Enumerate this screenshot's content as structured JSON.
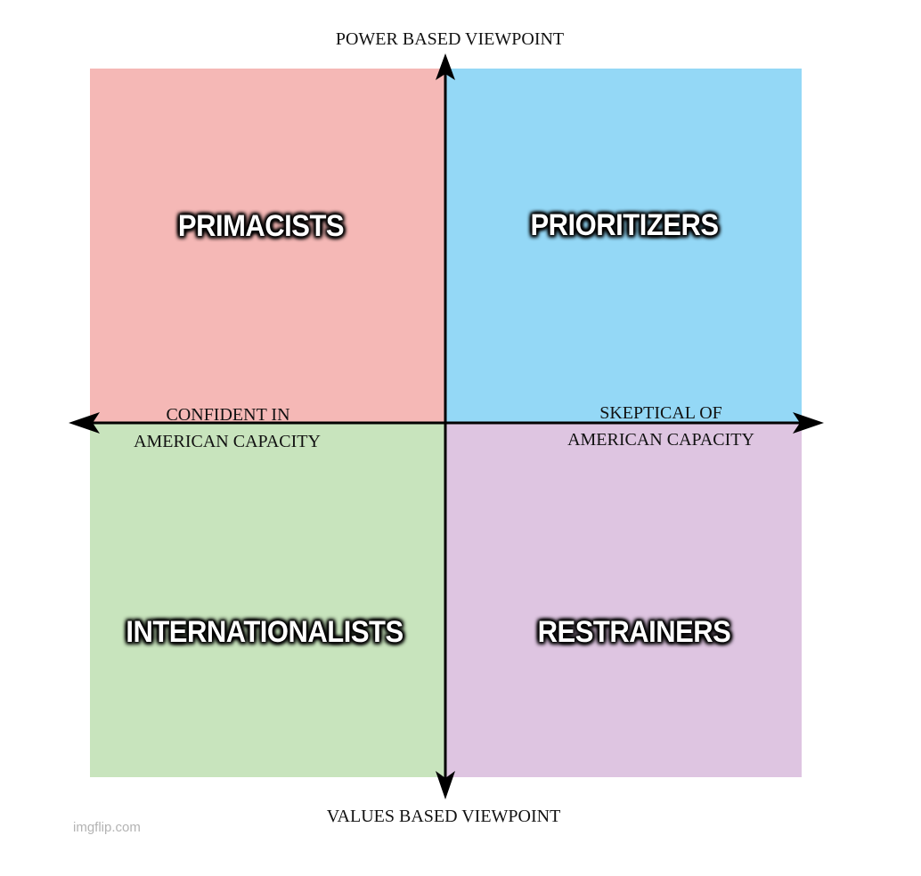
{
  "diagram": {
    "quadrants": {
      "top_left": {
        "label": "PRIMACISTS",
        "color": "#f5b8b6"
      },
      "top_right": {
        "label": "PRIORITIZERS",
        "color": "#94d8f6"
      },
      "bottom_left": {
        "label": "INTERNATIONALISTS",
        "color": "#c8e4bd"
      },
      "bottom_right": {
        "label": "RESTRAINERS",
        "color": "#dec5e1"
      }
    },
    "axes": {
      "top": "POWER BASED VIEWPOINT",
      "bottom": "VALUES BASED VIEWPOINT",
      "left_line1": "CONFIDENT IN",
      "left_line2": "AMERICAN CAPACITY",
      "right_line1": "SKEPTICAL OF",
      "right_line2": "AMERICAN CAPACITY",
      "color": "#000000"
    }
  },
  "watermark": "imgflip.com"
}
